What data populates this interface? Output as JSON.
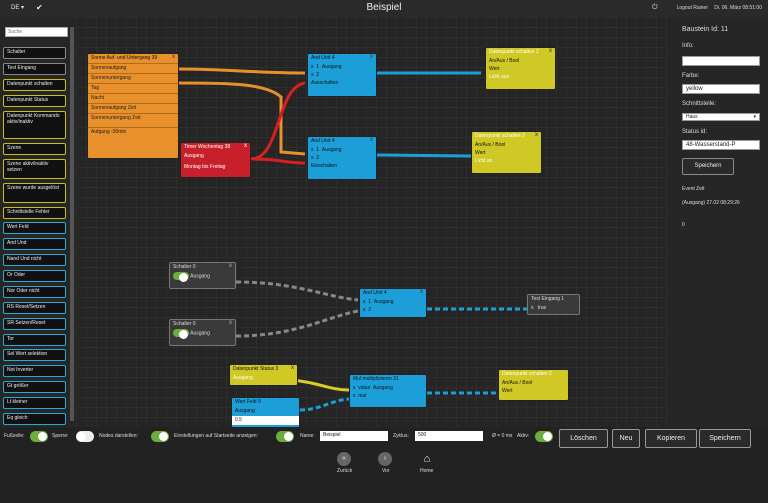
{
  "topbar": {
    "lang": "DE ▾",
    "title": "Beispiel",
    "user": "Logout Rainer",
    "date": "Di. 06. März 08:51:00"
  },
  "sidebar": {
    "search_placeholder": "Suche",
    "items": [
      "Schalter",
      "Test Eingang",
      "Datenpunkt schalten",
      "Datenpunkt Status",
      "Datenpunkt Kommando aktiv/inaktiv",
      "Szene",
      "Szene aktiv/inaktiv setzen",
      "Szene wurde ausgelöst",
      "Schnittstelle Fehler",
      "Wert Feld",
      "And Und",
      "Nand Und nicht",
      "Or Oder",
      "Nor Oder nicht",
      "RS Reset/Setzen",
      "SR Setzen/Reset",
      "Tor",
      "Sel Wert selektion",
      "Not Inverter",
      "Gt größer",
      "Lt kleiner",
      "Eq gleich"
    ]
  },
  "nodes": {
    "sonne": {
      "title": "Sonne Auf- und Untergang 39",
      "rows": [
        "Sonnenaufgang",
        "Sonnenuntergang",
        "Tag",
        "Nacht",
        "Sonnenaufgang Zeit",
        "Sonnenuntergang Zeit"
      ],
      "footer": "Aufgang -30min"
    },
    "timer": {
      "title": "Timer Wochentag 38",
      "out": "Ausgang",
      "footer": "Montag bis Freitag"
    },
    "and1": {
      "title": "And Und 4",
      "in1": "1",
      "in2": "2",
      "out": "Ausgang",
      "footer": "Ausschalten"
    },
    "and2": {
      "title": "And Und 4",
      "in1": "1",
      "in2": "2",
      "out": "Ausgang",
      "footer": "Einschalten"
    },
    "dp1": {
      "title": "Datenpunkt schalten 2",
      "r1": "An/Aus / Bool",
      "r2": "Wert",
      "footer": "Licht aus"
    },
    "dp2": {
      "title": "Datenpunkt schalten 2",
      "r1": "An/Aus / Bool",
      "r2": "Wert",
      "footer": "Licht an"
    },
    "sch1": {
      "title": "Schalter 0",
      "out": "Ausgang"
    },
    "sch2": {
      "title": "Schalter 0",
      "out": "Ausgang"
    },
    "and3": {
      "title": "And Und 4",
      "in1": "1",
      "in2": "2",
      "out": "Ausgang"
    },
    "test": {
      "title": "Test Eingang 1",
      "val": "true"
    },
    "dps": {
      "title": "Datenpunkt Status 3",
      "out": "Ausgang"
    },
    "wert": {
      "title": "Wert Feld 9",
      "out": "Ausgang",
      "val": "0.5"
    },
    "mul": {
      "title": "Mul multiplizieren 31",
      "in1": "value",
      "in2": "mul",
      "out": "Ausgang"
    },
    "dp3": {
      "title": "Datenpunkt schalten 2",
      "r1": "An/Aus / Bool",
      "r2": "Wert"
    },
    "x_mark": "x"
  },
  "panel": {
    "baustein": "Baustein Id: 11",
    "info_label": "Info:",
    "info_value": "",
    "farbe_label": "Farbe:",
    "farbe_value": "yellow",
    "schnitt_label": "Schnittstelle:",
    "schnitt_value": "Haus",
    "status_label": "Status id:",
    "status_value": "48-Wasserstand-P",
    "save": "Speichern",
    "event_label": "Event Zeit",
    "event_value": "(Ausgang) 27.02 08:29:26",
    "event_count": "0"
  },
  "bottom": {
    "fusszeile": "Fußzeile:",
    "sperre": "Sperre:",
    "nodes": "Nodes darstellen:",
    "einst": "Einstellungen auf Startseite anzeigen:",
    "name_label": "Name:",
    "name_value": "Beispiel",
    "zyklus_label": "Zyklus:",
    "zyklus_value": "500",
    "avg": "Ø = 0 ms",
    "aktiv": "Aktiv:",
    "loeschen": "Löschen",
    "neu": "Neu",
    "kopieren": "Kopieren",
    "speichern": "Speichern",
    "zurueck": "Zurück",
    "vor": "Vor",
    "home": "Home"
  }
}
